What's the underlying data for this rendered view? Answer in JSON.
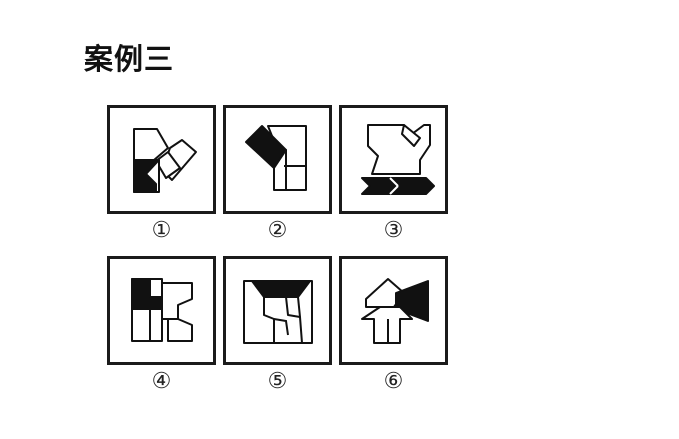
{
  "title": "案例三",
  "options": [
    {
      "label": "①"
    },
    {
      "label": "②"
    },
    {
      "label": "③"
    },
    {
      "label": "④"
    },
    {
      "label": "⑤"
    },
    {
      "label": "⑥"
    }
  ]
}
